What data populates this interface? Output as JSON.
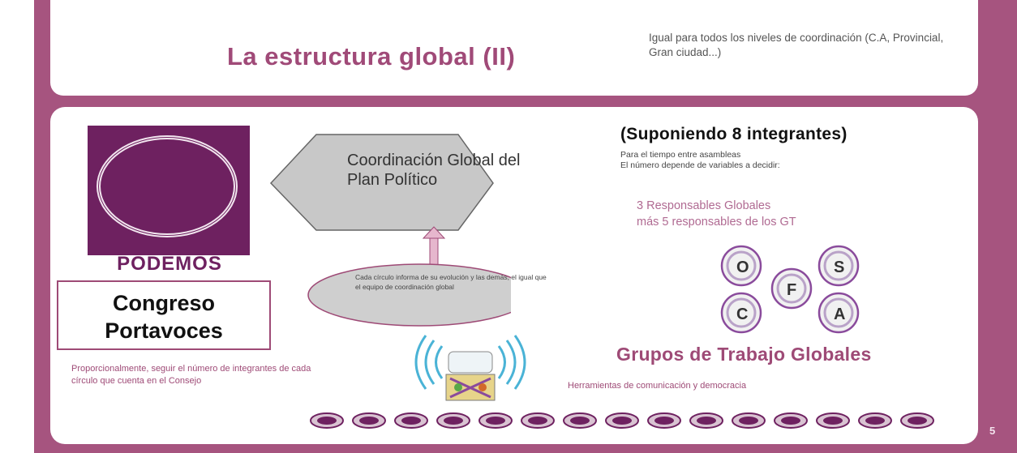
{
  "header": {
    "title": "La estructura global (II)",
    "note": "Igual para todos los niveles de coordinación (C.A, Provincial, Gran ciudad...)"
  },
  "logo": {
    "text": "PODEMOS",
    "color": "#6e2160"
  },
  "congreso": {
    "line1": "Congreso",
    "line2": "Portavoces"
  },
  "left_note": "Proporcionalmente, seguir el número de integrantes de cada círculo que cuenta en el Consejo",
  "hexagon": {
    "text": "Coordinación Global del Plan Político"
  },
  "ellipse": {
    "text": "Cada círculo informa de su evolución y las demás, el igual que el equipo de coordinación global"
  },
  "assumption": {
    "title": "(Suponiendo 8 integrantes)",
    "line1": "Para el tiempo entre asambleas",
    "line2": "El número depende de variables a decidir:"
  },
  "responsables": {
    "line1": "3 Responsables Globales",
    "line2": "más 5 responsables de los GT"
  },
  "groups": {
    "title": "Grupos de Trabajo Globales",
    "bubbles": [
      "O",
      "S",
      "F",
      "C",
      "A"
    ]
  },
  "tools_text": "Herramientas de comunicación y democracia",
  "page_number": "5",
  "colors": {
    "frame": "#a6547f",
    "accent": "#9e4a76",
    "shape_gray": "#c8c8c8"
  }
}
